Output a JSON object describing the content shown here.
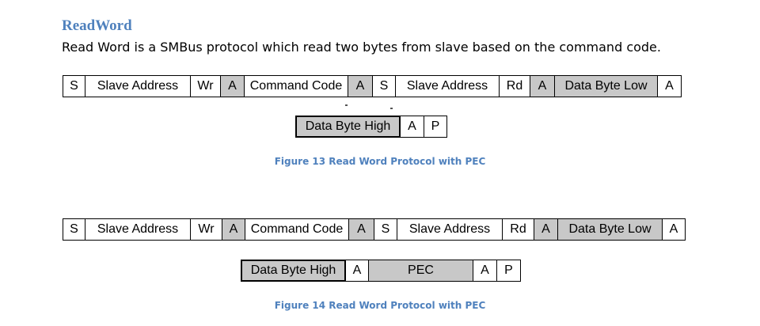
{
  "heading": "ReadWord",
  "intro": "Read Word is a SMBus protocol which read two bytes from slave based on the command code.",
  "colors": {
    "accent": "#4f81bd",
    "shade": "#c8c8c8"
  },
  "figure13": {
    "row1": [
      "S",
      "Slave Address",
      "Wr",
      "A",
      "Command Code",
      "A",
      "S",
      "Slave Address",
      "Rd",
      "A",
      "Data Byte Low",
      "A"
    ],
    "row2": [
      "Data Byte High",
      "A",
      "P"
    ],
    "caption": "Figure 13 Read Word Protocol with PEC"
  },
  "figure14": {
    "row1": [
      "S",
      "Slave Address",
      "Wr",
      "A",
      "Command Code",
      "A",
      "S",
      "Slave Address",
      "Rd",
      "A",
      "Data Byte Low",
      "A"
    ],
    "row2": [
      "Data Byte High",
      "A",
      "PEC",
      "A",
      "P"
    ],
    "caption": "Figure 14 Read Word Protocol with PEC"
  }
}
